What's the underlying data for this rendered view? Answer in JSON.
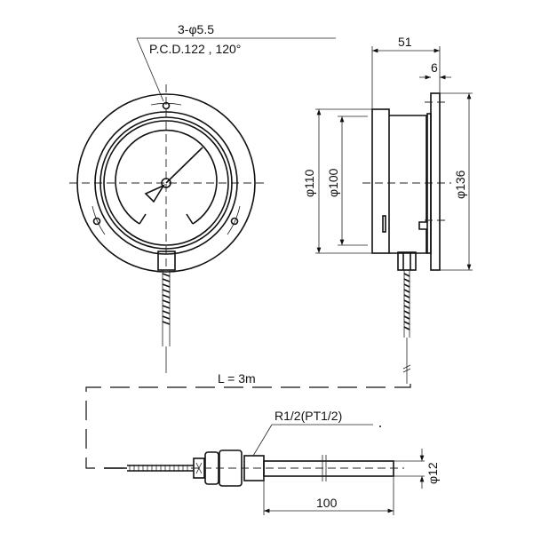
{
  "drawing": {
    "hole_callout": "3-φ5.5",
    "pcd_callout": "P.C.D.122 , 120°",
    "depth_dim": "51",
    "flange_thickness_dim": "6",
    "bezel_diameter_dim": "φ110",
    "dial_diameter_dim": "φ100",
    "flange_diameter_dim": "φ136",
    "capillary_length": "L = 3m",
    "thread_callout": "R1/2(PT1/2)",
    "stem_diameter_dim": "φ12",
    "stem_length_dim": "100"
  }
}
